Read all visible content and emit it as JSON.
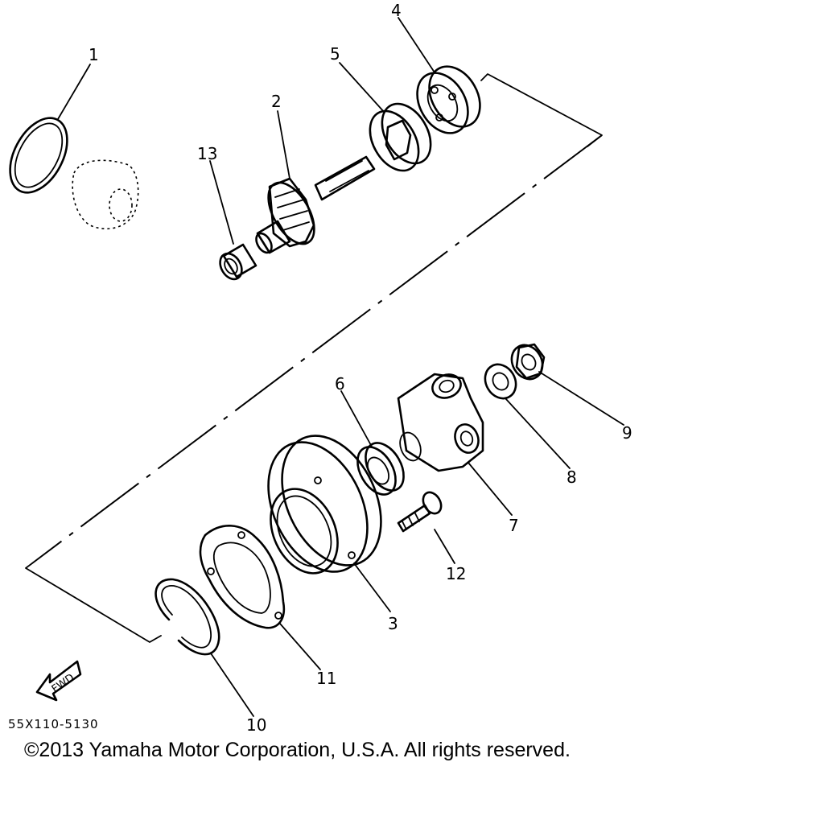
{
  "callouts": [
    "1",
    "2",
    "3",
    "4",
    "5",
    "6",
    "7",
    "8",
    "9",
    "10",
    "11",
    "12",
    "13"
  ],
  "fwd_label": "FWD",
  "diagram_code": "55X110-5130",
  "copyright": "©2013 Yamaha Motor Corporation, U.S.A. All rights reserved."
}
